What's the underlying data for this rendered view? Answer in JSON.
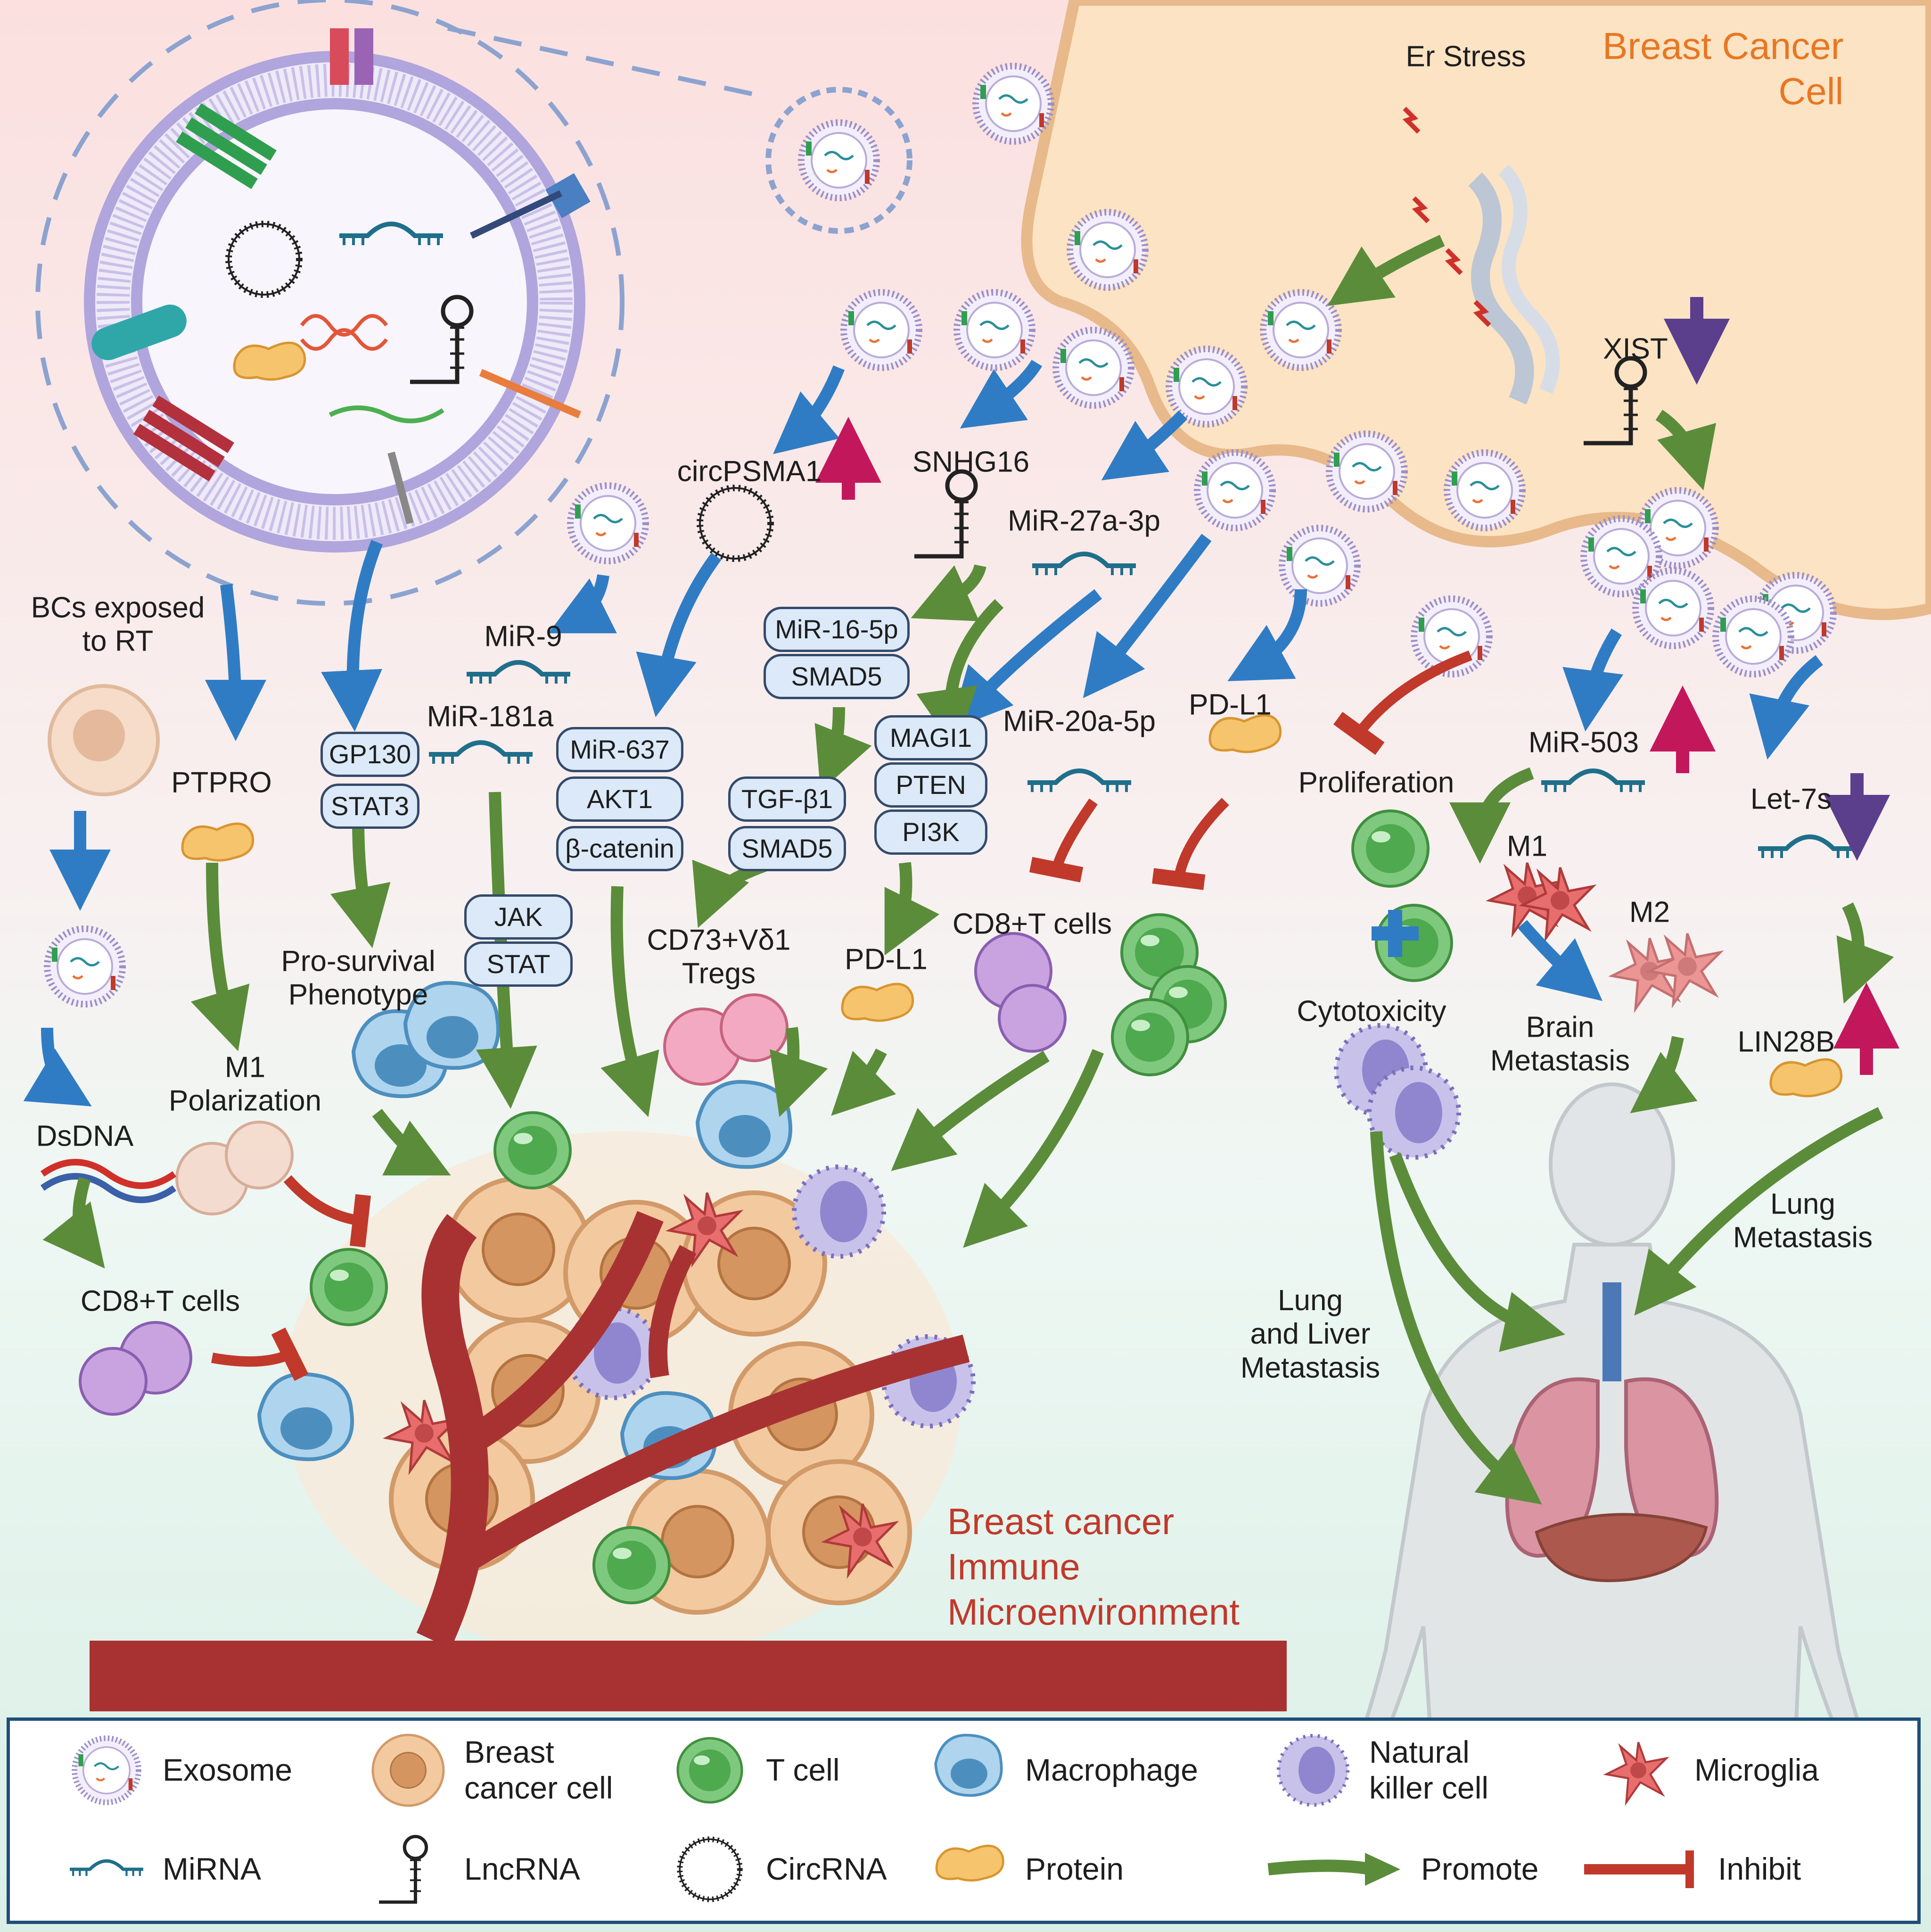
{
  "title_area": {
    "breast_cancer_cell": "Breast Cancer\nCell",
    "er_stress": "Er Stress",
    "microenvironment": "Breast cancer\nImmune\nMicroenvironment"
  },
  "molecules": {
    "xist": "XIST",
    "circpsma1": "circPSMA1",
    "snhg16": "SNHG16",
    "mir27a": "MiR-27a-3p",
    "mir9": "MiR-9",
    "mir181a": "MiR-181a",
    "mir20a": "MiR-20a-5p",
    "pdl1_top": "PD-L1",
    "pdl1_mid": "PD-L1",
    "mir503": "MiR-503",
    "let7s": "Let-7s",
    "lin28b": "LIN28B",
    "ptpro": "PTPRO",
    "dsdna": "DsDNA"
  },
  "pathway_boxes": {
    "gp130": "GP130",
    "stat3": "STAT3",
    "jak": "JAK",
    "stat": "STAT",
    "mir637": "MiR-637",
    "akt1": "AKT1",
    "bcatenin": "β-catenin",
    "mir16": "MiR-16-5p",
    "smad5_a": "SMAD5",
    "tgfb1": "TGF-β1",
    "smad5_b": "SMAD5",
    "magi1": "MAGI1",
    "pten": "PTEN",
    "pi3k": "PI3K"
  },
  "outcomes": {
    "bcs_rt": "BCs exposed\nto RT",
    "cd8_left": "CD8+T cells",
    "m1_polarization": "M1\nPolarization",
    "pro_survival": "Pro-survival\nPhenotype",
    "cd73": "CD73+Vδ1\nTregs",
    "cd8_mid": "CD8+T cells",
    "proliferation": "Proliferation",
    "cytotoxicity": "Cytotoxicity",
    "m1": "M1",
    "m2": "M2",
    "brain_met": "Brain\nMetastasis",
    "lung_liver_met": "Lung\nand Liver\nMetastasis",
    "lung_met": "Lung\nMetastasis"
  },
  "legend": {
    "exosome": "Exosome",
    "breast_cancer_cell": "Breast\ncancer cell",
    "t_cell": "T cell",
    "macrophage": "Macrophage",
    "nk_cell": "Natural\nkiller cell",
    "microglia": "Microglia",
    "mirna": "MiRNA",
    "lncrna": "LncRNA",
    "circrna": "CircRNA",
    "protein": "Protein",
    "promote": "Promote",
    "inhibit": "Inhibit"
  },
  "colors": {
    "promote": "#5b8c3a",
    "inhibit": "#c0392b",
    "exosome_arrow": "#2f7cc4",
    "up_arrow": "#c2185b",
    "down_arrow": "#5b3f8c",
    "vessel": "#a52a2a",
    "cancer_cell_bg": "#fbe3c4"
  }
}
